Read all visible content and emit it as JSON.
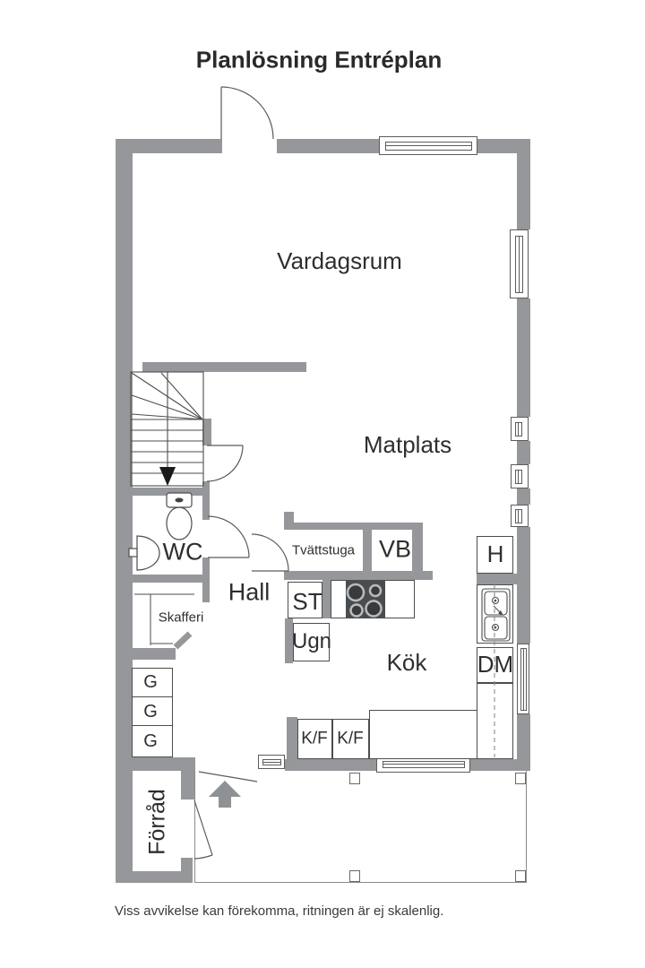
{
  "title": "Planlösning Entréplan",
  "disclaimer": "Viss avvikelse kan förekomma, ritningen är ej skalenlig.",
  "labels": {
    "vardagsrum": "Vardagsrum",
    "matplats": "Matplats",
    "kok": "Kök",
    "hall": "Hall",
    "wc": "WC",
    "tvattstuga": "Tvättstuga",
    "vb": "VB",
    "st": "ST",
    "ugn": "Ugn",
    "skafferi": "Skafferi",
    "g": "G",
    "kf": "K/F",
    "h": "H",
    "dm": "DM",
    "forrad": "Förråd"
  },
  "colors": {
    "wall": "#95979a",
    "outline": "#4d4d4d",
    "text": "#2e2e2e",
    "stove": "#4a4d4f",
    "background": "#ffffff"
  }
}
